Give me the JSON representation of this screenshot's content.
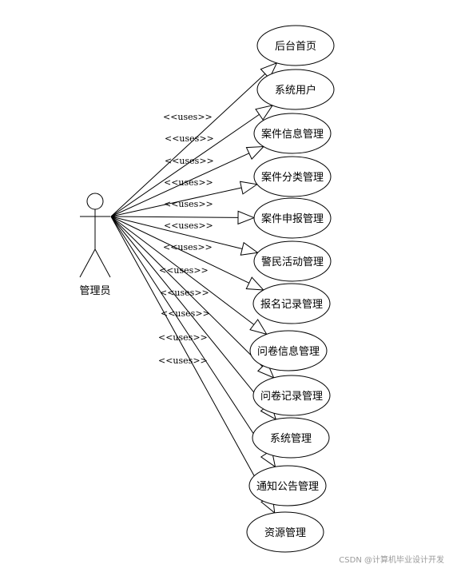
{
  "actor": {
    "label": "管理员"
  },
  "relation_label": "<<uses>>",
  "use_cases": [
    {
      "label": "后台首页"
    },
    {
      "label": "系统用户"
    },
    {
      "label": "案件信息管理"
    },
    {
      "label": "案件分类管理"
    },
    {
      "label": "案件申报管理"
    },
    {
      "label": "警民活动管理"
    },
    {
      "label": "报名记录管理"
    },
    {
      "label": "问卷信息管理"
    },
    {
      "label": "问卷记录管理"
    },
    {
      "label": "系统管理"
    },
    {
      "label": "通知公告管理"
    },
    {
      "label": "资源管理"
    }
  ],
  "watermark": "CSDN @计算机毕业设计开发"
}
